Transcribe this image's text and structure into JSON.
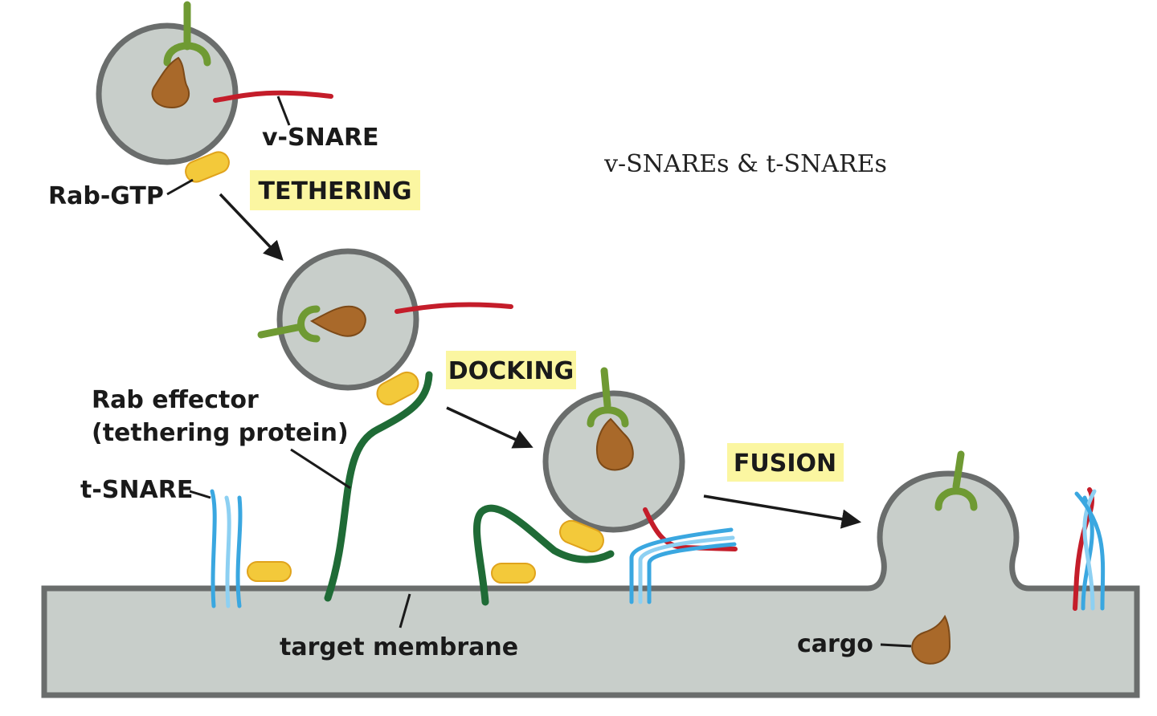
{
  "title": "v-SNAREs & t-SNAREs",
  "steps": {
    "tethering": "TETHERING",
    "docking": "DOCKING",
    "fusion": "FUSION"
  },
  "labels": {
    "v_snare": "v-SNARE",
    "rab_gtp": "Rab-GTP",
    "rab_effector_line1": "Rab effector",
    "rab_effector_line2": "(tethering protein)",
    "t_snare": "t-SNARE",
    "target_membrane": "target membrane",
    "cargo": "cargo"
  },
  "colors": {
    "membrane": "#c8ceca",
    "membrane_outline": "#6a6d6c",
    "step_highlight": "#fbf6a1",
    "rab_gtp": "#f3c93a",
    "v_snare": "#c41d2a",
    "t_snare": "#3aa7e0",
    "tether": "#1f6b36",
    "cargo_receptor": "#6f9a33",
    "cargo": "#a9692a"
  }
}
